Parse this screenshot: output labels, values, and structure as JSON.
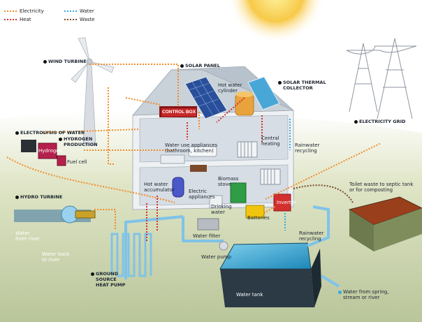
{
  "legend": {
    "electricity": "Electricity",
    "heat": "Heat",
    "water": "Water",
    "waste": "Waste"
  },
  "labels": {
    "wind_turbine": "WIND TURBINE",
    "solar_panel": "SOLAR PANEL",
    "solar_thermal_collector": [
      "SOLAR THERMAL",
      "COLLECTOR"
    ],
    "electricity_grid": "ELECTRICITY GRID",
    "electrolysis_of_water": "ELECTROLYSIS OF WATER",
    "hydrogen": "Hydrogen",
    "hydrogen_production": [
      "HYDROGEN",
      "PRODUCTION"
    ],
    "fuel_cell": "Fuel cell",
    "hydro_turbine": "HYDRO TURBINE",
    "water_from_river": [
      "Water",
      "from river"
    ],
    "water_back_to_river": [
      "Water back",
      "to river"
    ],
    "ground_source_heat_pump": [
      "GROUND",
      "SOURCE",
      "HEAT PUMP"
    ],
    "control_box": "CONTROL BOX",
    "hot_water_cylinder": [
      "Hot water",
      "cylinder"
    ],
    "water_use_appliances": [
      "Water use appliances",
      "(bathroom, kitchen)"
    ],
    "central_heating": [
      "Central",
      "heating"
    ],
    "rainwater_recycling_top": [
      "Rainwater",
      "recycling"
    ],
    "biomass_stove": [
      "Biomass",
      "stove"
    ],
    "hot_water_accumulator": [
      "Hot water",
      "accumulator"
    ],
    "electric_appliances": [
      "Electric",
      "appliances"
    ],
    "drinking_water": [
      "Drinking",
      "water"
    ],
    "inverter": "Inverter",
    "batteries": "Batteries",
    "toilet_waste": [
      "Toilet waste to septic tank",
      "or for composting"
    ],
    "water_filter": "Water filter",
    "rainwater_recycling_bottom": [
      "Rainwater",
      "recycling"
    ],
    "water_pump": "Water pump",
    "water_tank": "Water tank",
    "water_from_spring": [
      "Water from spring,",
      "stream or river"
    ]
  },
  "colors": {
    "electricity": "#f28c28",
    "heat": "#d0312d",
    "water": "#39a9dc",
    "waste": "#7a4a2a",
    "sky": "#ffffff",
    "ground": "#c9d4a8",
    "sun": "#f7c948"
  }
}
